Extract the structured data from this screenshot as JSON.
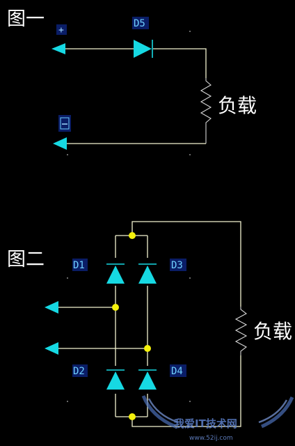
{
  "figure1": {
    "title": "图一",
    "plus_sign": "+",
    "minus_sign": "−",
    "diode_label": "D5",
    "load_label": "负载"
  },
  "figure2": {
    "title": "图二",
    "diode_labels": [
      "D1",
      "D2",
      "D3",
      "D4"
    ],
    "load_label": "负载"
  },
  "watermark": {
    "text": "我爱IT技术网",
    "url": "www.52ij.com"
  },
  "colors": {
    "background": "#000000",
    "component": "#16d9e3",
    "wire": "#f4f4d0",
    "junction": "#f4f10c",
    "label": "#6fd0ff"
  }
}
